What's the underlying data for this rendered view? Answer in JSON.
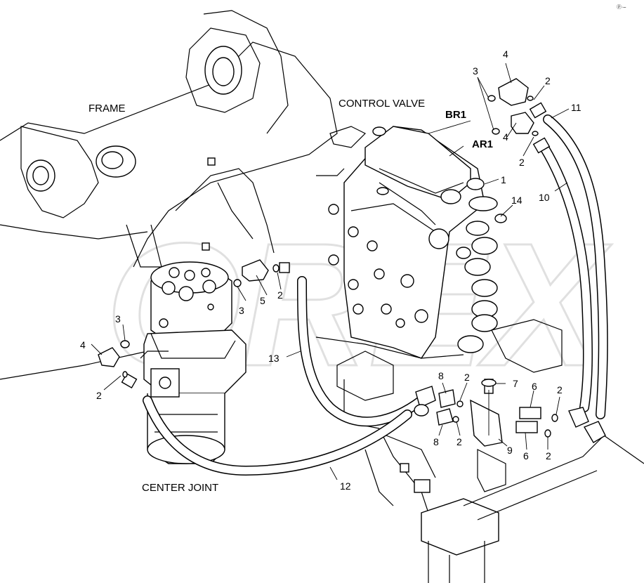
{
  "watermark": "OREX",
  "corner_mark": "ⓟ·–",
  "titles": {
    "frame": "FRAME",
    "control_valve": "CONTROL VALVE",
    "center_joint": "CENTER JOINT"
  },
  "ports": {
    "br1": "BR1",
    "ar1": "AR1"
  },
  "callouts": [
    "4",
    "3",
    "2",
    "11",
    "4",
    "2",
    "1",
    "10",
    "14",
    "3",
    "5",
    "2",
    "3",
    "4",
    "2",
    "13",
    "8",
    "2",
    "7",
    "6",
    "2",
    "8",
    "2",
    "6",
    "2",
    "9",
    "12"
  ]
}
